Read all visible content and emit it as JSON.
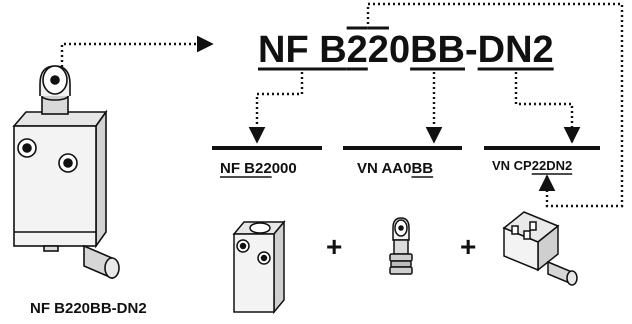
{
  "main_code": {
    "segments": [
      {
        "text": "NF B",
        "underline": true,
        "overline": false
      },
      {
        "text": "2",
        "underline": true,
        "overline": true
      },
      {
        "text": "2",
        "underline": false,
        "overline": true
      },
      {
        "text": "0",
        "underline": false,
        "overline": false
      },
      {
        "text": "BB",
        "underline": true,
        "overline": false
      },
      {
        "text": "-",
        "underline": false,
        "overline": false
      },
      {
        "text": "DN2",
        "underline": true,
        "overline": false
      }
    ]
  },
  "components": [
    {
      "segments": [
        {
          "text": "NF B22",
          "underline": true
        },
        {
          "text": "000",
          "underline": false
        }
      ]
    },
    {
      "segments": [
        {
          "text": "VN AA0",
          "underline": false
        },
        {
          "text": "BB",
          "underline": true
        }
      ]
    },
    {
      "segments": [
        {
          "text": "VN CP",
          "underline": false
        },
        {
          "text": "22DN2",
          "underline": true
        }
      ]
    }
  ],
  "plus_sign": "+",
  "product_caption": "NF B220BB-DN2",
  "colors": {
    "ink": "#111111",
    "body_fill": "#f3f3f3",
    "body_shade": "#dcdcdc"
  }
}
